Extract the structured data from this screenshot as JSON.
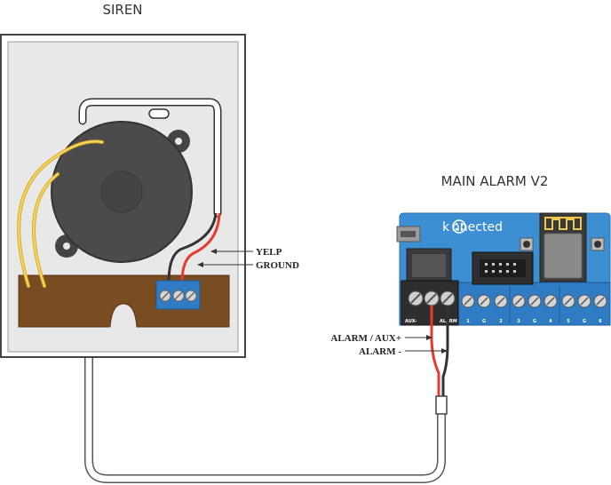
{
  "siren": {
    "title": "SIREN",
    "wire_labels": {
      "yelp": "YELP",
      "ground": "GROUND"
    }
  },
  "board": {
    "title": "MAIN ALARM V2",
    "brand": "k nnected",
    "terminal_left_labels": [
      "AUX-",
      "ALARM"
    ],
    "terminal_labels": [
      "1",
      "G",
      "2",
      "3",
      "G",
      "4",
      "5",
      "G",
      "6"
    ],
    "wire_labels": {
      "alarm_aux_plus": "ALARM / AUX+",
      "alarm_minus": "ALARM -"
    }
  },
  "colors": {
    "board_blue": "#3d8fd3",
    "terminal_blue": "#2f7bc4",
    "plate_brown": "#7a4c22",
    "speaker": "#4b4b4b",
    "wire_red": "#e53a2f",
    "wire_black": "#333333",
    "wire_yellow": "#f2c94c",
    "housing_fill": "#e8e8e8"
  }
}
